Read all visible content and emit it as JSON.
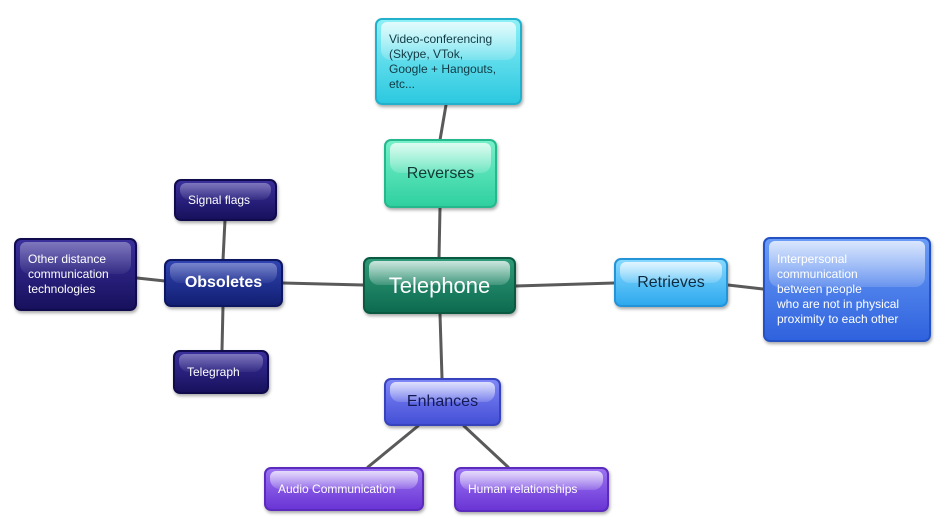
{
  "diagram": {
    "center": {
      "label": "Telephone"
    },
    "categories": {
      "reverses": "Reverses",
      "retrieves": "Retrieves",
      "enhances": "Enhances",
      "obsoletes": "Obsoletes"
    },
    "items": {
      "video_conferencing": "Video-conferencing\n(Skype, VTok,\nGoogle + Hangouts,\netc...",
      "interpersonal": "Interpersonal\ncommunication\nbetween people\nwho are not in physical\nproximity to each other",
      "audio_communication": "Audio Communication",
      "human_relationships": "Human relationships",
      "signal_flags": "Signal flags",
      "telegraph": "Telegraph",
      "other_distance": "Other distance\ncommunication\ntechnologies"
    },
    "colors": {
      "connector": "#5a5a5a",
      "center": "#0d6b4f",
      "reverses": "#2fd0a0",
      "retrieves": "#2ea9ee",
      "enhances": "#4450d6",
      "obsoletes": "#121f73"
    }
  }
}
